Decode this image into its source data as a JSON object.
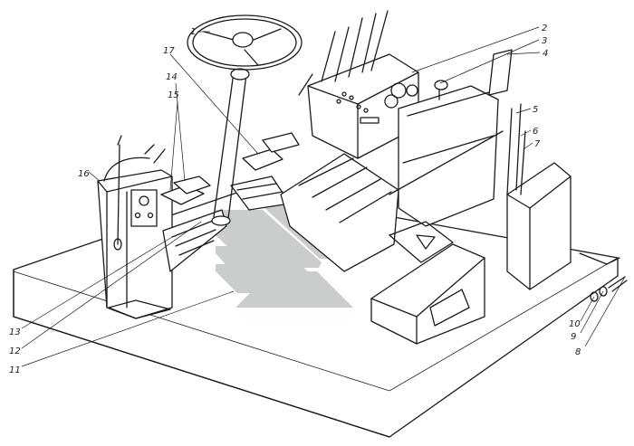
{
  "colors": {
    "line": "#1a1a1a",
    "watermark": "#c9cdce",
    "background": "#ffffff"
  },
  "callouts": [
    {
      "id": "1",
      "text": "1"
    },
    {
      "id": "2",
      "text": "2"
    },
    {
      "id": "3",
      "text": "3"
    },
    {
      "id": "4",
      "text": "4"
    },
    {
      "id": "5",
      "text": "5"
    },
    {
      "id": "6",
      "text": "6"
    },
    {
      "id": "7",
      "text": "7"
    },
    {
      "id": "8",
      "text": "8"
    },
    {
      "id": "9",
      "text": "9"
    },
    {
      "id": "10",
      "text": "10"
    },
    {
      "id": "11",
      "text": "11"
    },
    {
      "id": "12",
      "text": "12"
    },
    {
      "id": "13",
      "text": "13"
    },
    {
      "id": "14",
      "text": "14"
    },
    {
      "id": "15",
      "text": "15"
    },
    {
      "id": "16",
      "text": "16"
    },
    {
      "id": "17",
      "text": "17"
    }
  ]
}
